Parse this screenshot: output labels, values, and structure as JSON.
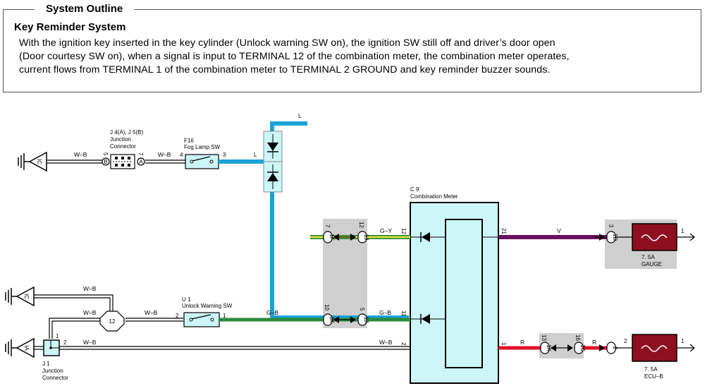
{
  "outline": {
    "legend": "System Outline",
    "heading": "Key Reminder System",
    "lines": [
      "With the ignition key inserted in the key cylinder (Unlock warning SW on), the ignition SW still off and driver’s door open",
      "(Door courtesy SW on), when a signal is input to TERMINAL 12 of the combination meter, the combination meter operates,",
      "current flows from TERMINAL 1 of the combination meter to TERMINAL 2 GROUND and key reminder buzzer sounds."
    ]
  },
  "diagram": {
    "ground_labels": [
      "IC",
      "IC",
      "IA"
    ],
    "junction_connector_ref": "J 4(A), J 5(B)",
    "junction_connector_name_1": "Junction",
    "junction_connector_name_2": "Connector",
    "jc_pin_b": "5",
    "jc_pin_a": "7",
    "jc_letter_b": "B",
    "jc_letter_a": "A",
    "fog_ref": "F16",
    "fog_name": "Fog Lamp SW",
    "fog_pin_in": "4",
    "fog_pin_out": "3",
    "wire_wb": "W–B",
    "wire_l": "L",
    "wire_gy": "G–Y",
    "wire_gb": "G–B",
    "wire_v": "V",
    "wire_r": "R",
    "meter_ref": "C 9",
    "meter_name": "Combination Meter",
    "meter_pins": {
      "p12": "12",
      "p11": "11",
      "p2": "2",
      "p21": "21",
      "p1": "1"
    },
    "unlock_ref": "U 1",
    "unlock_name": "Unlock Warning SW",
    "unlock_pin_in": "2",
    "unlock_pin_out": "1",
    "j1_ref": "J 1",
    "j1_name_1": "Junction",
    "j1_name_2": "Connector",
    "j1_pin_top": "1",
    "j1_pin_right": "2",
    "splice_12": "12",
    "conn_1f": "1F",
    "conn_1j": "1J",
    "conn_1k": "1K",
    "conn_1d": "1D",
    "conn_1c": "1C",
    "conn_pins": {
      "c1f": "7",
      "c1j_top": "12",
      "c1k": "10",
      "c1j_bot": "5",
      "c3d": "3",
      "c13k": "13",
      "c16c": "16",
      "ecu2": "2"
    },
    "conn_1d_mid": "1D",
    "conn_2": "2",
    "gauge_fuse": "7. 5A",
    "gauge_name": "GAUGE",
    "ecu_fuse": "7. 5A",
    "ecu_name": "ECU–B",
    "gauge_pin": "1",
    "ecu_pin": "1"
  },
  "colors": {
    "wire_blue": "#1aa3d6",
    "wire_green": "#2a8a3a",
    "wire_yellow": "#e8e23a",
    "wire_violet": "#6b1060",
    "wire_red": "#e01028",
    "meter_fill": "#ccf6f8",
    "fuse_fill": "#8e1020",
    "connector_shade": "#cccccc"
  }
}
